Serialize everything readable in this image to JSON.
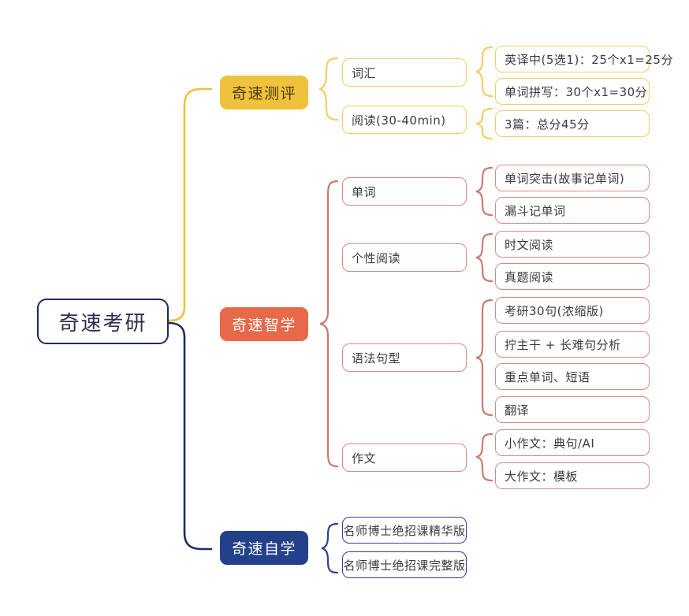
{
  "diagram": {
    "type": "mindmap",
    "title": "奇速考研",
    "colors": {
      "root_border": "#1f2a63",
      "root_text": "#2c2f4a",
      "yellow_fill": "#f0c13c",
      "yellow_border": "#f2ce60",
      "orange_fill": "#e8684a",
      "red_border": "#d98a84",
      "navy_fill": "#23418a",
      "navy_border": "#30428c",
      "background": "#ffffff"
    }
  },
  "root": {
    "label": "奇速考研"
  },
  "branches": [
    {
      "id": "ceping",
      "label": "奇速测评",
      "accent": "#f0c13c",
      "children": [
        {
          "label": "词汇",
          "leaves": [
            "英译中(5选1)：25个x1=25分",
            "单词拼写：30个x1=30分"
          ]
        },
        {
          "label": "阅读(30-40min)",
          "leaves": [
            "3篇：总分45分"
          ]
        }
      ]
    },
    {
      "id": "zhixue",
      "label": "奇速智学",
      "accent": "#e8684a",
      "children": [
        {
          "label": "单词",
          "leaves": [
            "单词突击(故事记单词)",
            "漏斗记单词"
          ]
        },
        {
          "label": "个性阅读",
          "leaves": [
            "时文阅读",
            "真题阅读"
          ]
        },
        {
          "label": "语法句型",
          "leaves": [
            "考研30句(浓缩版)",
            "拧主干 + 长难句分析",
            "重点单词、短语",
            "翻译"
          ]
        },
        {
          "label": "作文",
          "leaves": [
            "小作文：典句/AI",
            "大作文：模板"
          ]
        }
      ]
    },
    {
      "id": "zixue",
      "label": "奇速自学",
      "accent": "#23418a",
      "children": [
        {
          "label": "名师博士绝招课精华版",
          "leaves": []
        },
        {
          "label": "名师博士绝招课完整版",
          "leaves": []
        }
      ]
    }
  ]
}
